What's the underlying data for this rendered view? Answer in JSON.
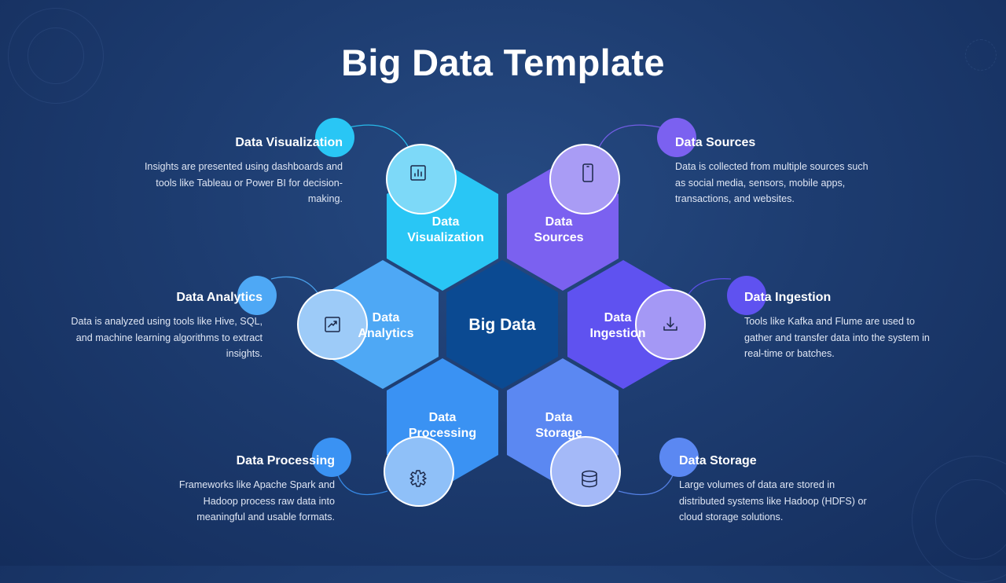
{
  "title": "Big Data Template",
  "center": {
    "label": "Big Data",
    "color": "#0b4a92"
  },
  "segments": [
    {
      "key": "visualization",
      "line1": "Data",
      "line2": "Visualization",
      "icon": "bar-chart-icon",
      "color": "#29c6f5",
      "circle": "#7dd9f8",
      "heading": "Data Visualization",
      "desc": "Insights are presented using dashboards and tools like Tableau or Power BI for decision-making."
    },
    {
      "key": "sources",
      "line1": "Data",
      "line2": "Sources",
      "icon": "mobile-phone-icon",
      "color": "#7b61f0",
      "circle": "#a99cf5",
      "heading": "Data Sources",
      "desc": "Data is collected from multiple sources such as social media, sensors, mobile apps, transactions, and websites."
    },
    {
      "key": "analytics",
      "line1": "Data",
      "line2": "Analytics",
      "icon": "trend-chart-icon",
      "color": "#4ea8f5",
      "circle": "#9dcbf8",
      "heading": "Data Analytics",
      "desc": "Data is analyzed using tools like Hive, SQL, and machine learning algorithms to extract insights."
    },
    {
      "key": "ingestion",
      "line1": "Data",
      "line2": "Ingestion",
      "icon": "download-icon",
      "color": "#5f52f0",
      "circle": "#a498f5",
      "heading": "Data Ingestion",
      "desc": "Tools like Kafka and Flume are used to gather and transfer data into the system in real-time or batches."
    },
    {
      "key": "processing",
      "line1": "Data",
      "line2": "Processing",
      "icon": "gear-icon",
      "color": "#3a92f3",
      "circle": "#8fc0f8",
      "heading": "Data Processing",
      "desc": "Frameworks like Apache Spark and Hadoop process raw data into meaningful and usable formats."
    },
    {
      "key": "storage",
      "line1": "Data",
      "line2": "Storage",
      "icon": "database-icon",
      "color": "#5b88f2",
      "circle": "#a4b9f8",
      "heading": "Data Storage",
      "desc": "Large volumes of data are stored in distributed systems like Hadoop (HDFS) or cloud storage solutions."
    }
  ]
}
